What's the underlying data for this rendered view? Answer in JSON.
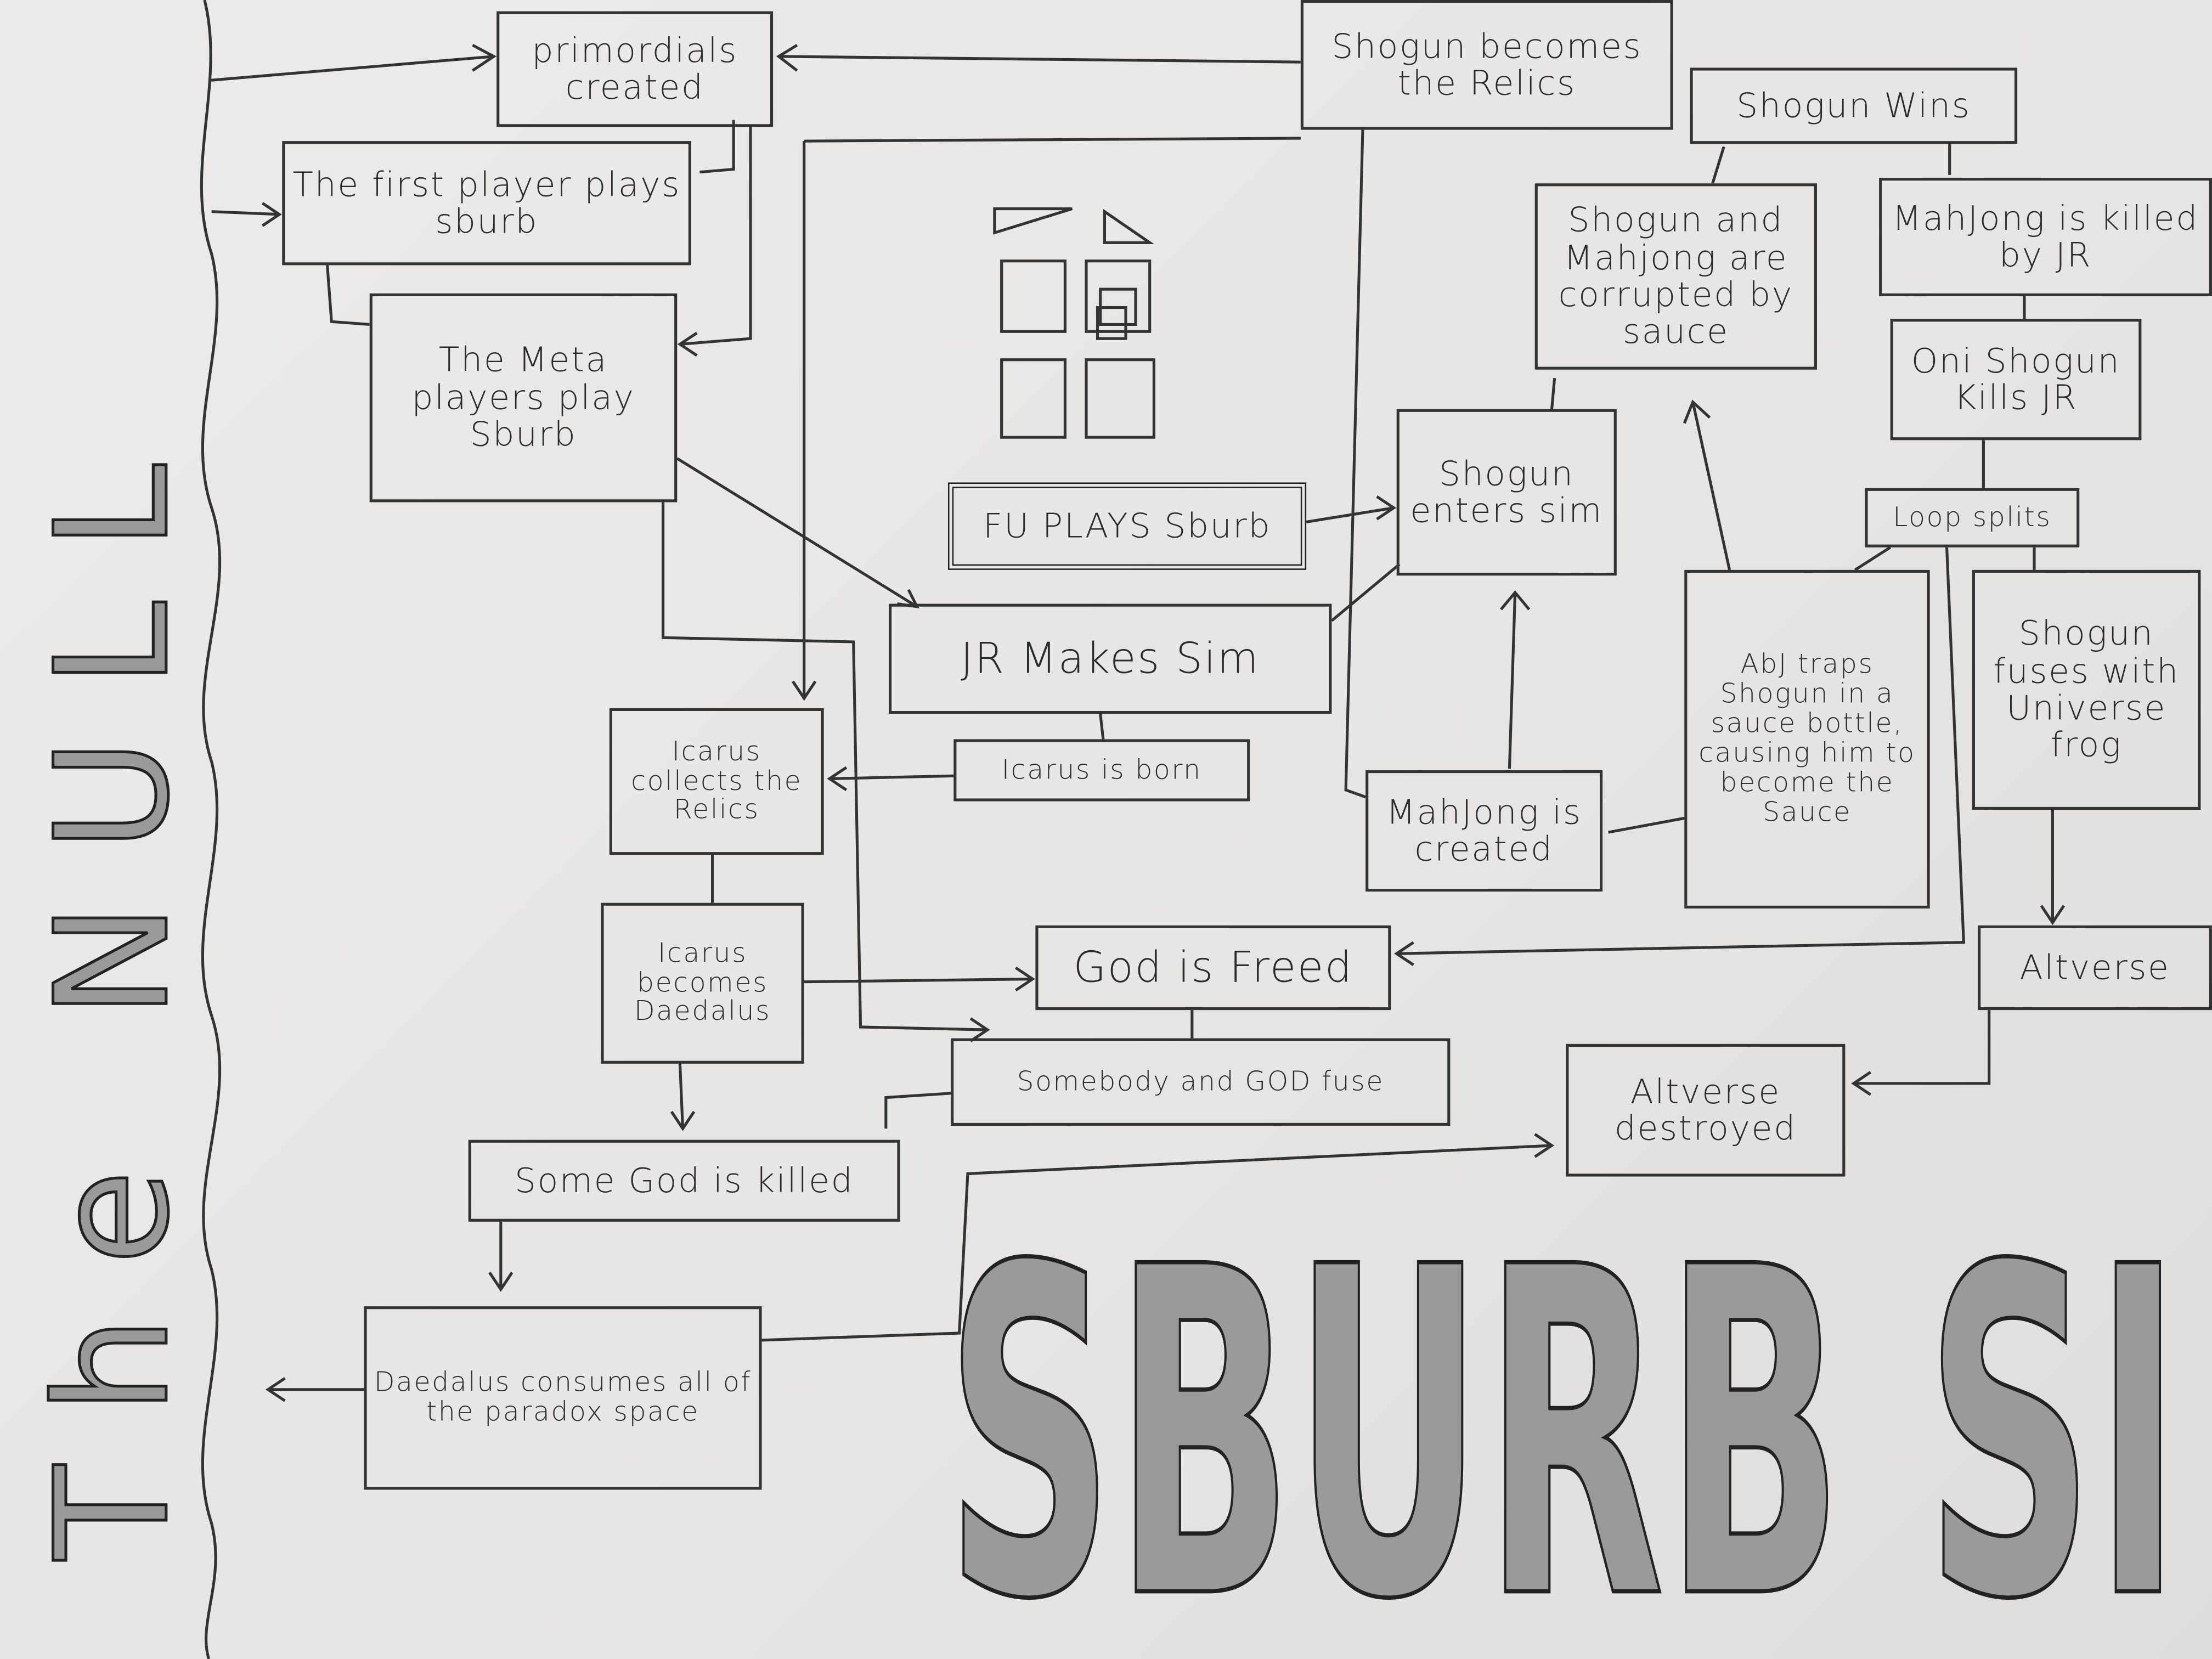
{
  "side_label": "The NULL",
  "title": "SBURB SI",
  "icon": "window-drawing",
  "nodes": {
    "primordials": "primordials created",
    "shogun_relics": "Shogun becomes the Relics",
    "shogun_wins": "Shogun Wins",
    "first_player": "The first player plays sburb",
    "meta_players": "The Meta players play Sburb",
    "corrupted": "Shogun and Mahjong are corrupted by sauce",
    "mahjong_killed": "MahJong is killed by JR",
    "oni_shogun": "Oni Shogun Kills JR",
    "fu_plays": "FU PLAYS Sburb",
    "shogun_enters": "Shogun enters sim",
    "loop_splits": "Loop splits",
    "jr_makes_sim": "JR Makes Sim",
    "abj_traps": "AbJ traps Shogun in a sauce bottle, causing him to become the Sauce",
    "shogun_fuses": "Shogun fuses with Universe frog",
    "icarus_collects": "Icarus collects the Relics",
    "icarus_born": "Icarus is born",
    "mahjong_created": "MahJong is created",
    "icarus_daedalus": "Icarus becomes Daedalus",
    "god_freed": "God is Freed",
    "altverse": "Altverse",
    "somebody_god": "Somebody and GOD fuse",
    "altverse_destroyed": "Altverse destroyed",
    "some_god_killed": "Some God is killed",
    "daedalus_consumes": "Daedalus consumes all of the paradox space"
  }
}
